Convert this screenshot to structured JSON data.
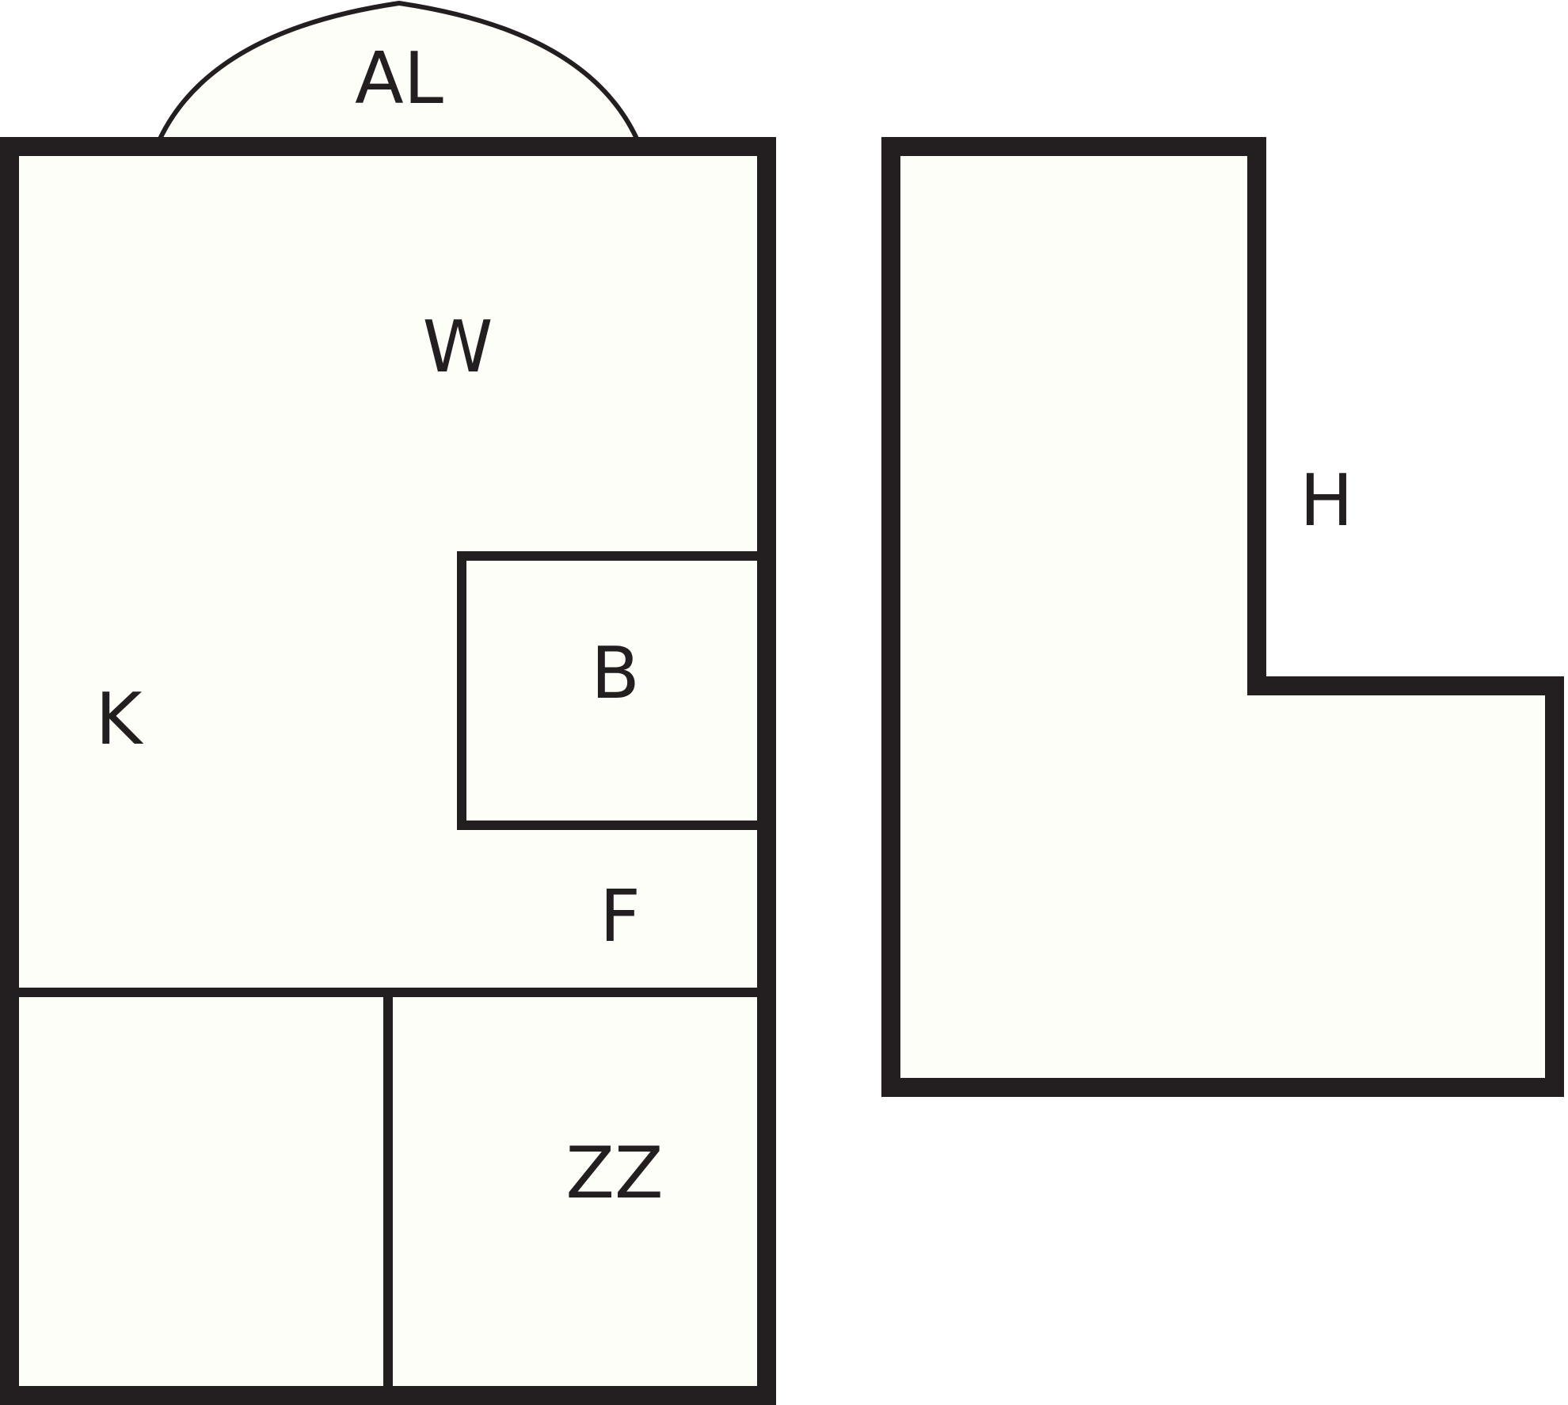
{
  "colors": {
    "fill": "#fdfef8",
    "stroke": "#231f20",
    "background": "#ffffff"
  },
  "labels": {
    "alcove": "AL",
    "upper_room": "W",
    "left_room": "K",
    "inner_room": "B",
    "lower_right_room": "F",
    "bottom_right_room": "ZZ",
    "l_building": "H"
  }
}
